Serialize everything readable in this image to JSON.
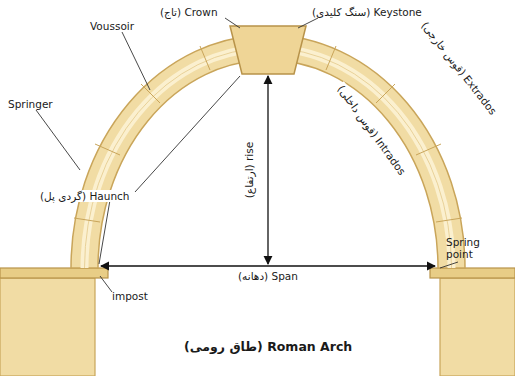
{
  "diagram": {
    "caption": "(طاق رومی) Roman Arch",
    "labels": [
      "(تاج) Crown",
      "(سنگ کلیدی) Keystone",
      "Voussoir",
      "(قوس خارجی) Extrados",
      "Springer",
      "(قوس داخلی) Intrados",
      "(گردی پل) Haunch",
      "(ارتفاع) rise",
      "Spring point",
      "(دهانه) Span",
      "impost"
    ]
  }
}
